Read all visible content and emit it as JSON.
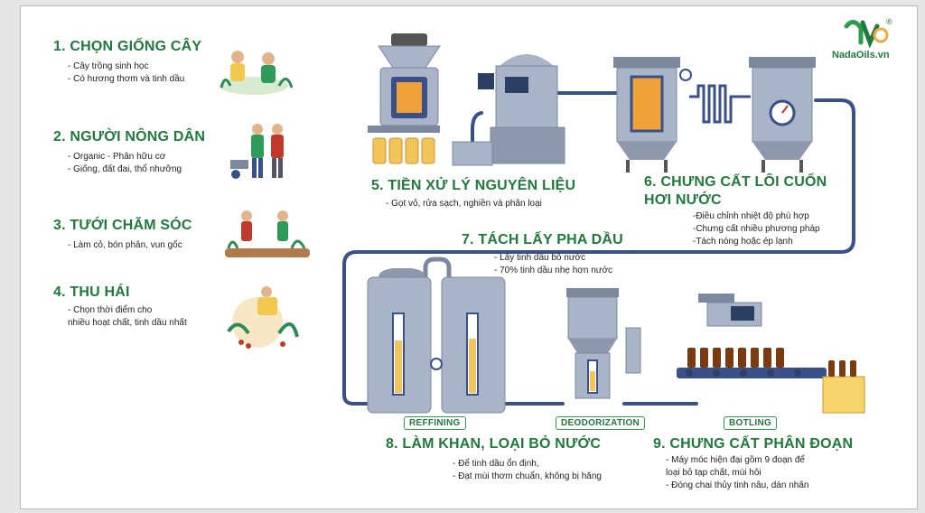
{
  "brand": {
    "name": "NadaOils.vn",
    "mark": "N",
    "reg": "®"
  },
  "farm_steps": [
    {
      "title": "1. CHỌN GIỐNG CÂY",
      "bullets": [
        "- Cây trồng sinh học",
        "- Có hương thơm và tinh dầu"
      ]
    },
    {
      "title": "2. NGƯỜI NÔNG DÂN",
      "bullets": [
        "- Organic - Phân hữu cơ",
        "- Giống, đất đai, thổ nhưỡng"
      ]
    },
    {
      "title": "3. TƯỚI CHĂM SÓC",
      "bullets": [
        "- Làm cỏ, bón phân, vun gốc"
      ]
    },
    {
      "title": "4. THU HÁI",
      "bullets": [
        "- Chọn thời điểm cho",
        "nhiều hoạt chất, tinh dầu nhất"
      ]
    }
  ],
  "process_steps": {
    "s5": {
      "title": "5. TIỀN XỬ LÝ NGUYÊN LIỆU",
      "bullets": [
        "- Gọt vỏ, rửa sạch, nghiền và phân loại"
      ]
    },
    "s6": {
      "title_line1": "6. CHƯNG CẤT LÔI CUỐN",
      "title_line2": "HƠI NƯỚC",
      "bullets": [
        "-Điều chỉnh nhiệt độ phù hợp",
        "-Chưng cất nhiều phương pháp",
        "-Tách nóng hoặc ép lạnh"
      ]
    },
    "s7": {
      "title": "7. TÁCH LẤY PHA DẦU",
      "bullets": [
        "- Lấy tinh dầu bỏ nước",
        "- 70% tinh dầu nhẹ hơn nước"
      ]
    },
    "s8": {
      "title": "8. LÀM KHAN, LOẠI BỎ NƯỚC",
      "bullets": [
        "- Để tinh dầu ổn định,",
        "- Đạt mùi thơm chuẩn, không bị hăng"
      ]
    },
    "s9": {
      "title": "9. CHƯNG CẤT PHÂN ĐOẠN",
      "bullets": [
        "- Máy móc hiện đại gồm 9 đoạn để",
        "loại bỏ tạp chất, mùi hôi",
        "- Đóng chai thủy tinh nâu, dán nhãn"
      ]
    }
  },
  "stage_labels": {
    "refining": "REFFINING",
    "deodorization": "DEODORIZATION",
    "bottling": "BOTLING"
  },
  "colors": {
    "green": "#1f7a3c",
    "pipe": "#39508a",
    "metal": "#a9b4c8",
    "metal_dark": "#7c889e",
    "oil": "#f2c45a"
  }
}
